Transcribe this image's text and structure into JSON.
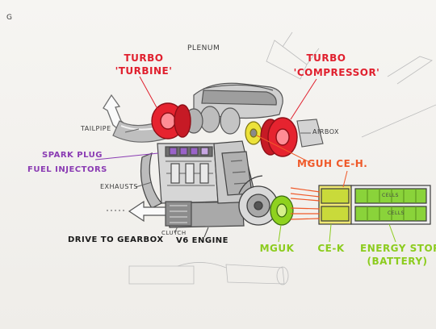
{
  "corner_mark": "G",
  "labels": {
    "plenum": "PLENUM",
    "turbo_turbine_1": "TURBO",
    "turbo_turbine_2": "'TURBINE'",
    "turbo_compressor_1": "TURBO",
    "turbo_compressor_2": "'COMPRESSOR'",
    "tailpipe": "TAILPIPE",
    "airbox": "AIRBOX",
    "spark_plug_1": "SPARK PLUG",
    "spark_plug_2": "FUEL INJECTORS",
    "exhausts": "EXHAUSTS",
    "mguh_ceh": "MGUH  CE-H.",
    "clutch": "CLUTCH",
    "drive_to_gearbox": "DRIVE TO GEARBOX",
    "v6_engine": "V6 ENGINE",
    "mguk": "MGUK",
    "ce_k": "CE-K",
    "energy_store_1": "ENERGY STORE",
    "energy_store_2": "(BATTERY)",
    "cell_top": "CELLS",
    "cell_bottom": "CELLS"
  },
  "colors": {
    "red": "#e0202e",
    "purple": "#8a3bb3",
    "orange": "#ef5a2a",
    "green": "#8ccc1e",
    "yellow": "#e9e03a"
  }
}
